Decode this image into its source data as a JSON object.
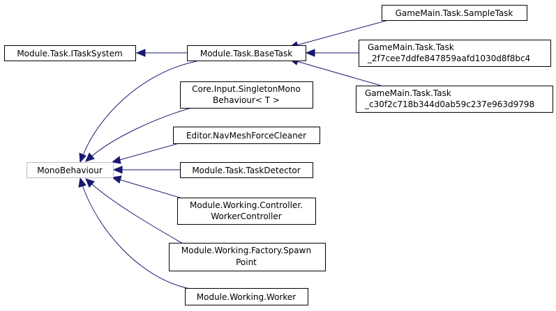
{
  "diagram": {
    "edge_color": "#191970",
    "nodes": {
      "itasksystem": {
        "lines": [
          "Module.Task.ITaskSystem"
        ]
      },
      "basetask": {
        "lines": [
          "Module.Task.BaseTask"
        ]
      },
      "sampletask": {
        "lines": [
          "GameMain.Task.SampleTask"
        ]
      },
      "task_2f7": {
        "lines": [
          "GameMain.Task.Task",
          "_2f7cee7ddfe847859aafd1030d8f8bc4"
        ]
      },
      "task_c30": {
        "lines": [
          "GameMain.Task.Task",
          "_c30f2c718b344d0ab59c237e963d9798"
        ]
      },
      "monobehaviour": {
        "lines": [
          "MonoBehaviour"
        ]
      },
      "singleton": {
        "lines": [
          "Core.Input.SingletonMono",
          "Behaviour< T >"
        ]
      },
      "navmesh": {
        "lines": [
          "Editor.NavMeshForceCleaner"
        ]
      },
      "taskdetector": {
        "lines": [
          "Module.Task.TaskDetector"
        ]
      },
      "workercontroller": {
        "lines": [
          "Module.Working.Controller.",
          "WorkerController"
        ]
      },
      "spawnpoint": {
        "lines": [
          "Module.Working.Factory.Spawn",
          "Point"
        ]
      },
      "worker": {
        "lines": [
          "Module.Working.Worker"
        ]
      }
    }
  }
}
